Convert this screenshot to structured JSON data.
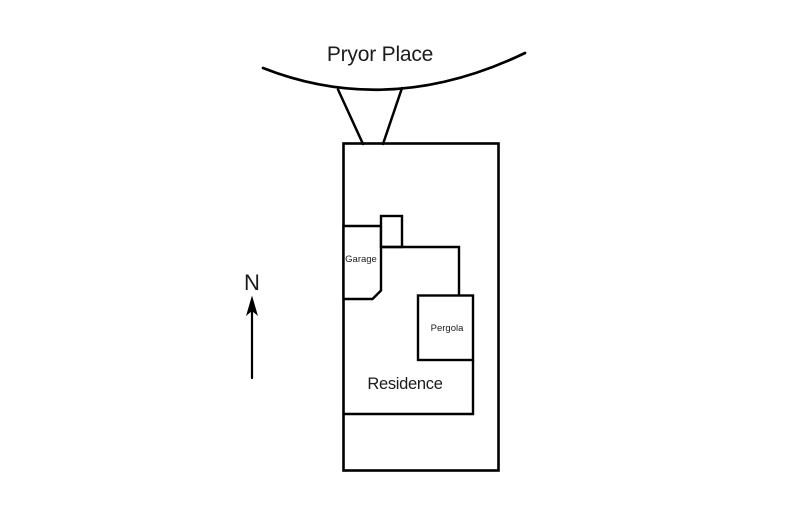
{
  "street": {
    "label": "Pryor Place"
  },
  "compass": {
    "label": "N"
  },
  "buildings": {
    "garage_label": "Garage",
    "pergola_label": "Pergola",
    "residence_label": "Residence"
  },
  "colors": {
    "background": "#ffffff",
    "line": "#000000",
    "text": "#1c1c1c"
  }
}
